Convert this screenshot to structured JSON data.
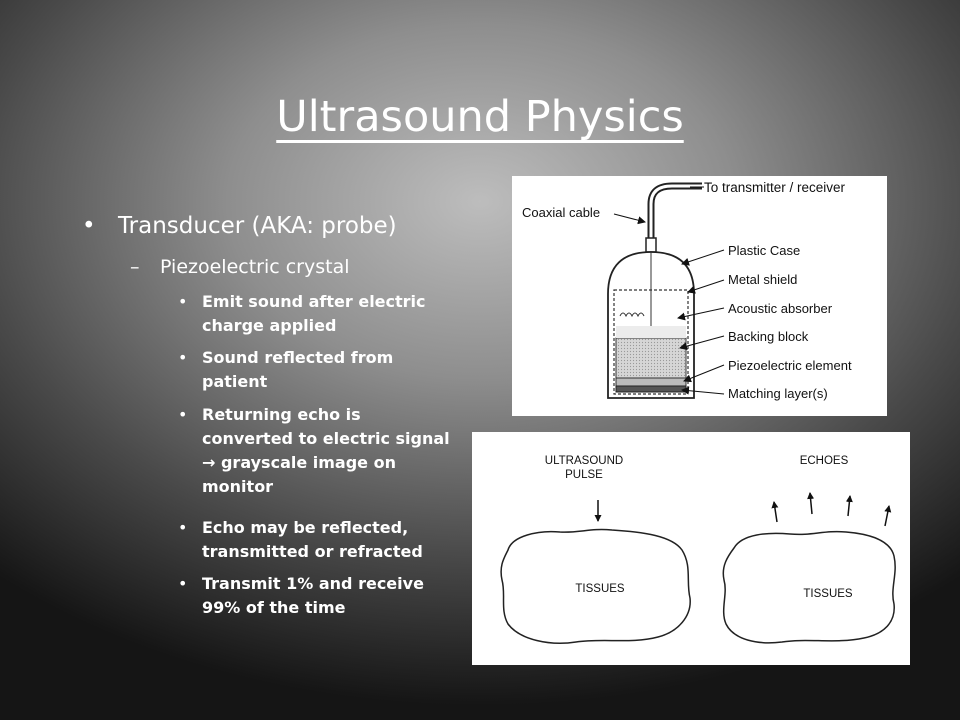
{
  "slide": {
    "title": "Ultrasound Physics",
    "bullet_l1": "Transducer (AKA: probe)",
    "bullet_l2": "Piezoelectric crystal",
    "bullets_l3": [
      "Emit sound after electric charge applied",
      "Sound reflected from patient",
      "Returning echo is converted to electric signal → grayscale image on monitor",
      "Echo may be reflected, transmitted or refracted",
      "Transmit 1% and receive 99% of the time"
    ],
    "bullet_symbol": "•",
    "dash_symbol": "–"
  },
  "transducer_diagram": {
    "labels": {
      "top": "To transmitter / receiver",
      "cable": "Coaxial cable",
      "case": "Plastic Case",
      "shield": "Metal shield",
      "absorber": "Acoustic absorber",
      "backing": "Backing block",
      "element": "Piezoelectric element",
      "matching": "Matching layer(s)"
    }
  },
  "echo_diagram": {
    "pulse_line1": "ULTRASOUND",
    "pulse_line2": "PULSE",
    "echoes": "ECHOES",
    "tissues_left": "TISSUES",
    "tissues_right": "TISSUES"
  }
}
